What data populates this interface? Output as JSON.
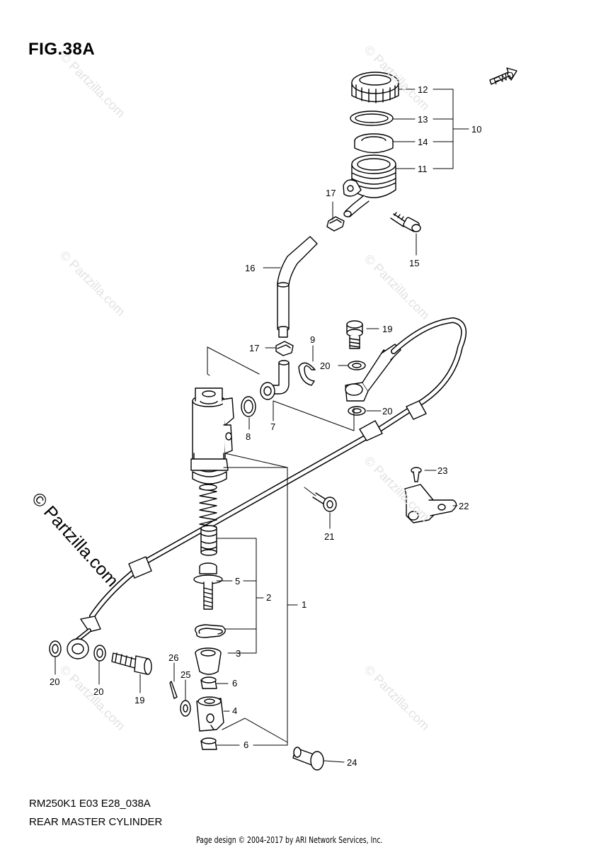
{
  "figure": {
    "title": "FIG.38A",
    "code": "RM250K1 E03 E28_038A",
    "name": "REAR MASTER CYLINDER",
    "footer": "Page design © 2004-2017 by ARI Network Services, Inc."
  },
  "watermark": {
    "main": "© Partzilla.com",
    "faint": "© Partzilla.com"
  },
  "fwd_arrow": "FWD",
  "callouts": {
    "c1": "1",
    "c2": "2",
    "c3": "3",
    "c4": "4",
    "c5": "5",
    "c6a": "6",
    "c6b": "6",
    "c7": "7",
    "c8": "8",
    "c9": "9",
    "c10": "10",
    "c11": "11",
    "c12": "12",
    "c13": "13",
    "c14": "14",
    "c15": "15",
    "c16": "16",
    "c17a": "17",
    "c17b": "17",
    "c19a": "19",
    "c19b": "19",
    "c20a": "20",
    "c20b": "20",
    "c20c": "20",
    "c20d": "20",
    "c21": "21",
    "c22": "22",
    "c23": "23",
    "c24": "24",
    "c25": "25",
    "c26": "26"
  }
}
